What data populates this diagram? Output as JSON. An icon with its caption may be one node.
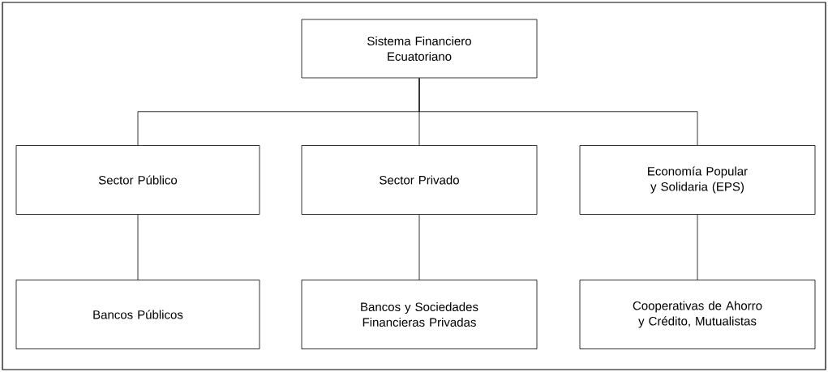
{
  "diagram": {
    "nodes": [
      {
        "text": [
          "Sistema Financiero Ecuatoriano"
        ]
      },
      {
        "text": [
          "Sector Público"
        ]
      },
      {
        "text": [
          "Sector Privado"
        ]
      },
      {
        "text": [
          "Economía Popular y Solidaria (EPS)"
        ]
      },
      {
        "text": [
          "Bancos Públicos"
        ]
      },
      {
        "text": [
          "Bancos y Sociedades Financieras Privadas"
        ]
      },
      {
        "text": [
          "Cooperativas de Ahorro y Crédito, Mutualistas"
        ]
      }
    ],
    "edges": [
      {
        "from": 0,
        "to": 1,
        "arrow": "none"
      },
      {
        "from": 0,
        "to": 2,
        "arrow": "none"
      },
      {
        "from": 0,
        "to": 3,
        "arrow": "none"
      },
      {
        "from": 1,
        "to": 4,
        "arrow": "none"
      },
      {
        "from": 2,
        "to": 5,
        "arrow": "none"
      },
      {
        "from": 3,
        "to": 6,
        "arrow": "none"
      }
    ]
  }
}
